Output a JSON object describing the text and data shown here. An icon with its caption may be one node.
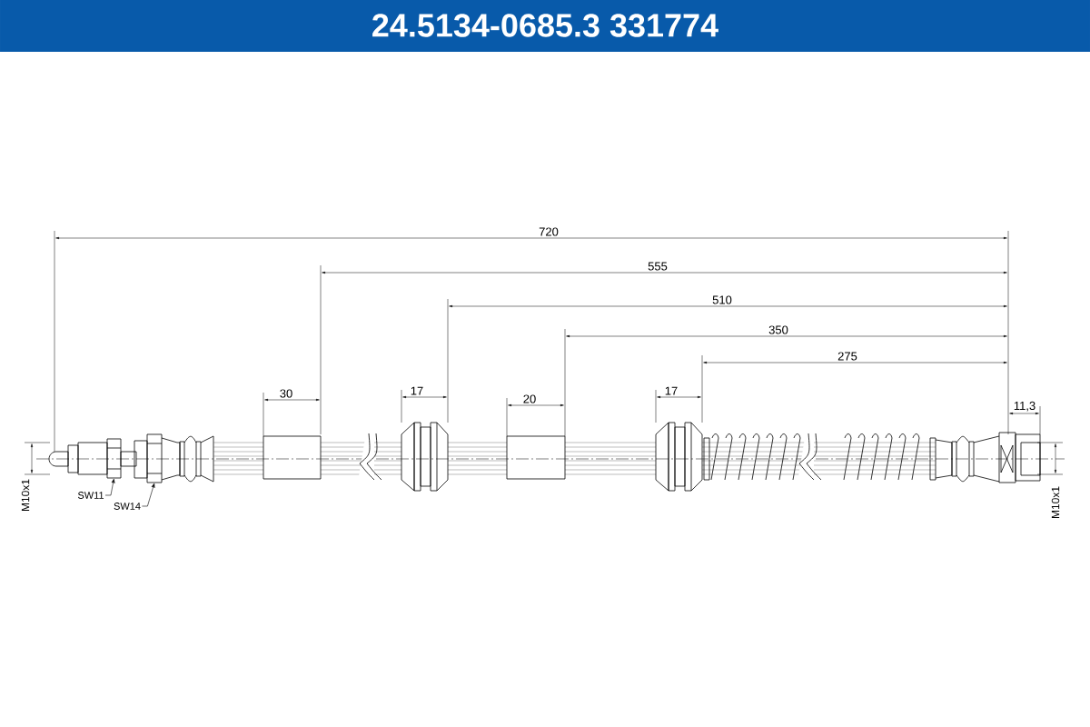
{
  "diagram": {
    "title": "24.5134-0685.3 331774",
    "nodes": [
      {
        "text": [
          "SW11"
        ]
      },
      {
        "text": [],
        "shape": "box"
      },
      {
        "text": [
          "SW14"
        ]
      },
      {
        "text": [],
        "shape": "box"
      }
    ],
    "edges": [
      {
        "from": 0,
        "to": 1,
        "arrow": "to"
      },
      {
        "from": 2,
        "to": 3,
        "arrow": "to"
      }
    ],
    "labels": [
      "720",
      "555",
      "510",
      "350",
      "275",
      "30",
      "17",
      "20",
      "17",
      "11,3",
      "M10x1",
      "M10x1"
    ]
  }
}
